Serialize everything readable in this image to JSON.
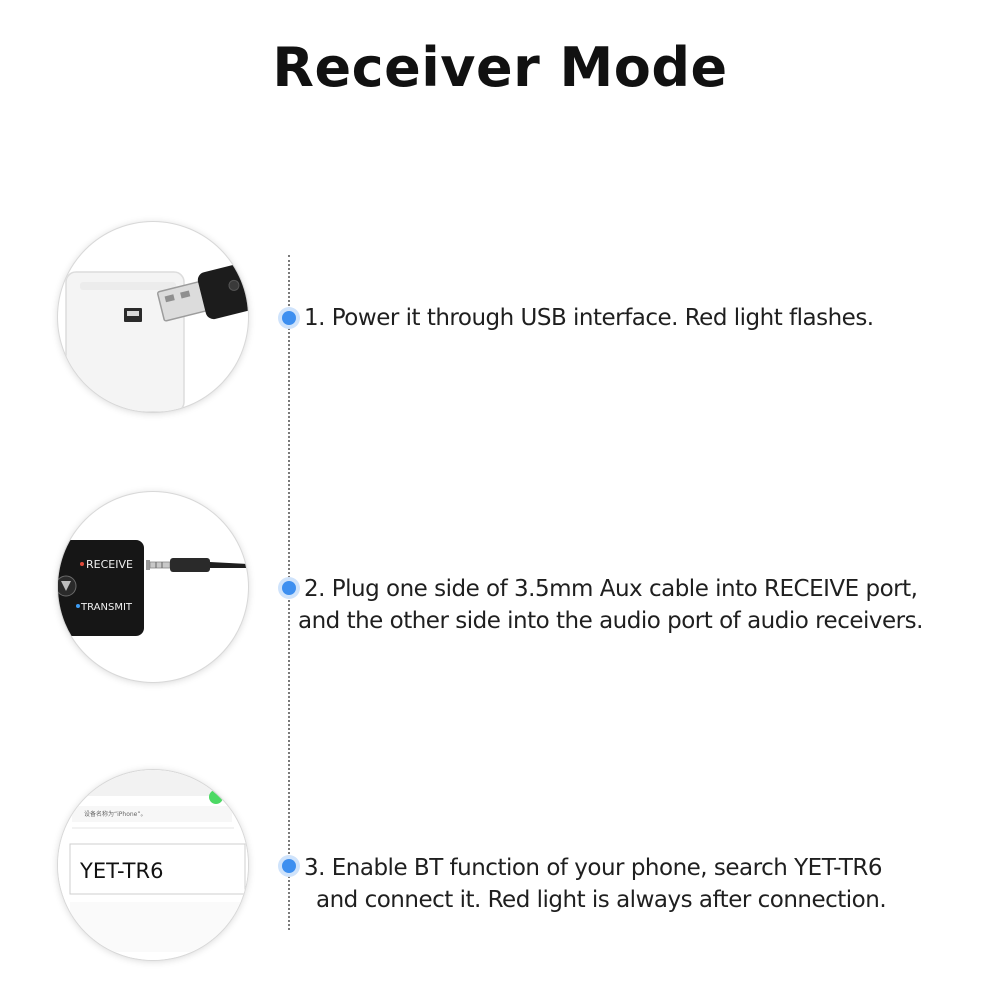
{
  "title": "Receiver Mode",
  "steps": [
    {
      "lines": [
        "1. Power it through USB interface. Red light flashes."
      ]
    },
    {
      "lines": [
        "2. Plug one side of 3.5mm Aux cable into RECEIVE port,",
        "and the other side into the audio port of audio receivers."
      ],
      "image_labels": {
        "receive": "RECEIVE",
        "transmit": "TRANSMIT"
      }
    },
    {
      "lines": [
        "3. Enable BT function of your phone, search YET-TR6",
        "and connect it. Red light is always after connection."
      ],
      "image_labels": {
        "device_name": "YET-TR6",
        "small_text": "设备名称为“iPhone”。"
      }
    }
  ],
  "colors": {
    "accent": "#3d8ff0",
    "toggle": "#4cd964"
  },
  "icons": [
    "usb-charger-icon",
    "aux-cable-icon",
    "phone-bluetooth-icon"
  ]
}
